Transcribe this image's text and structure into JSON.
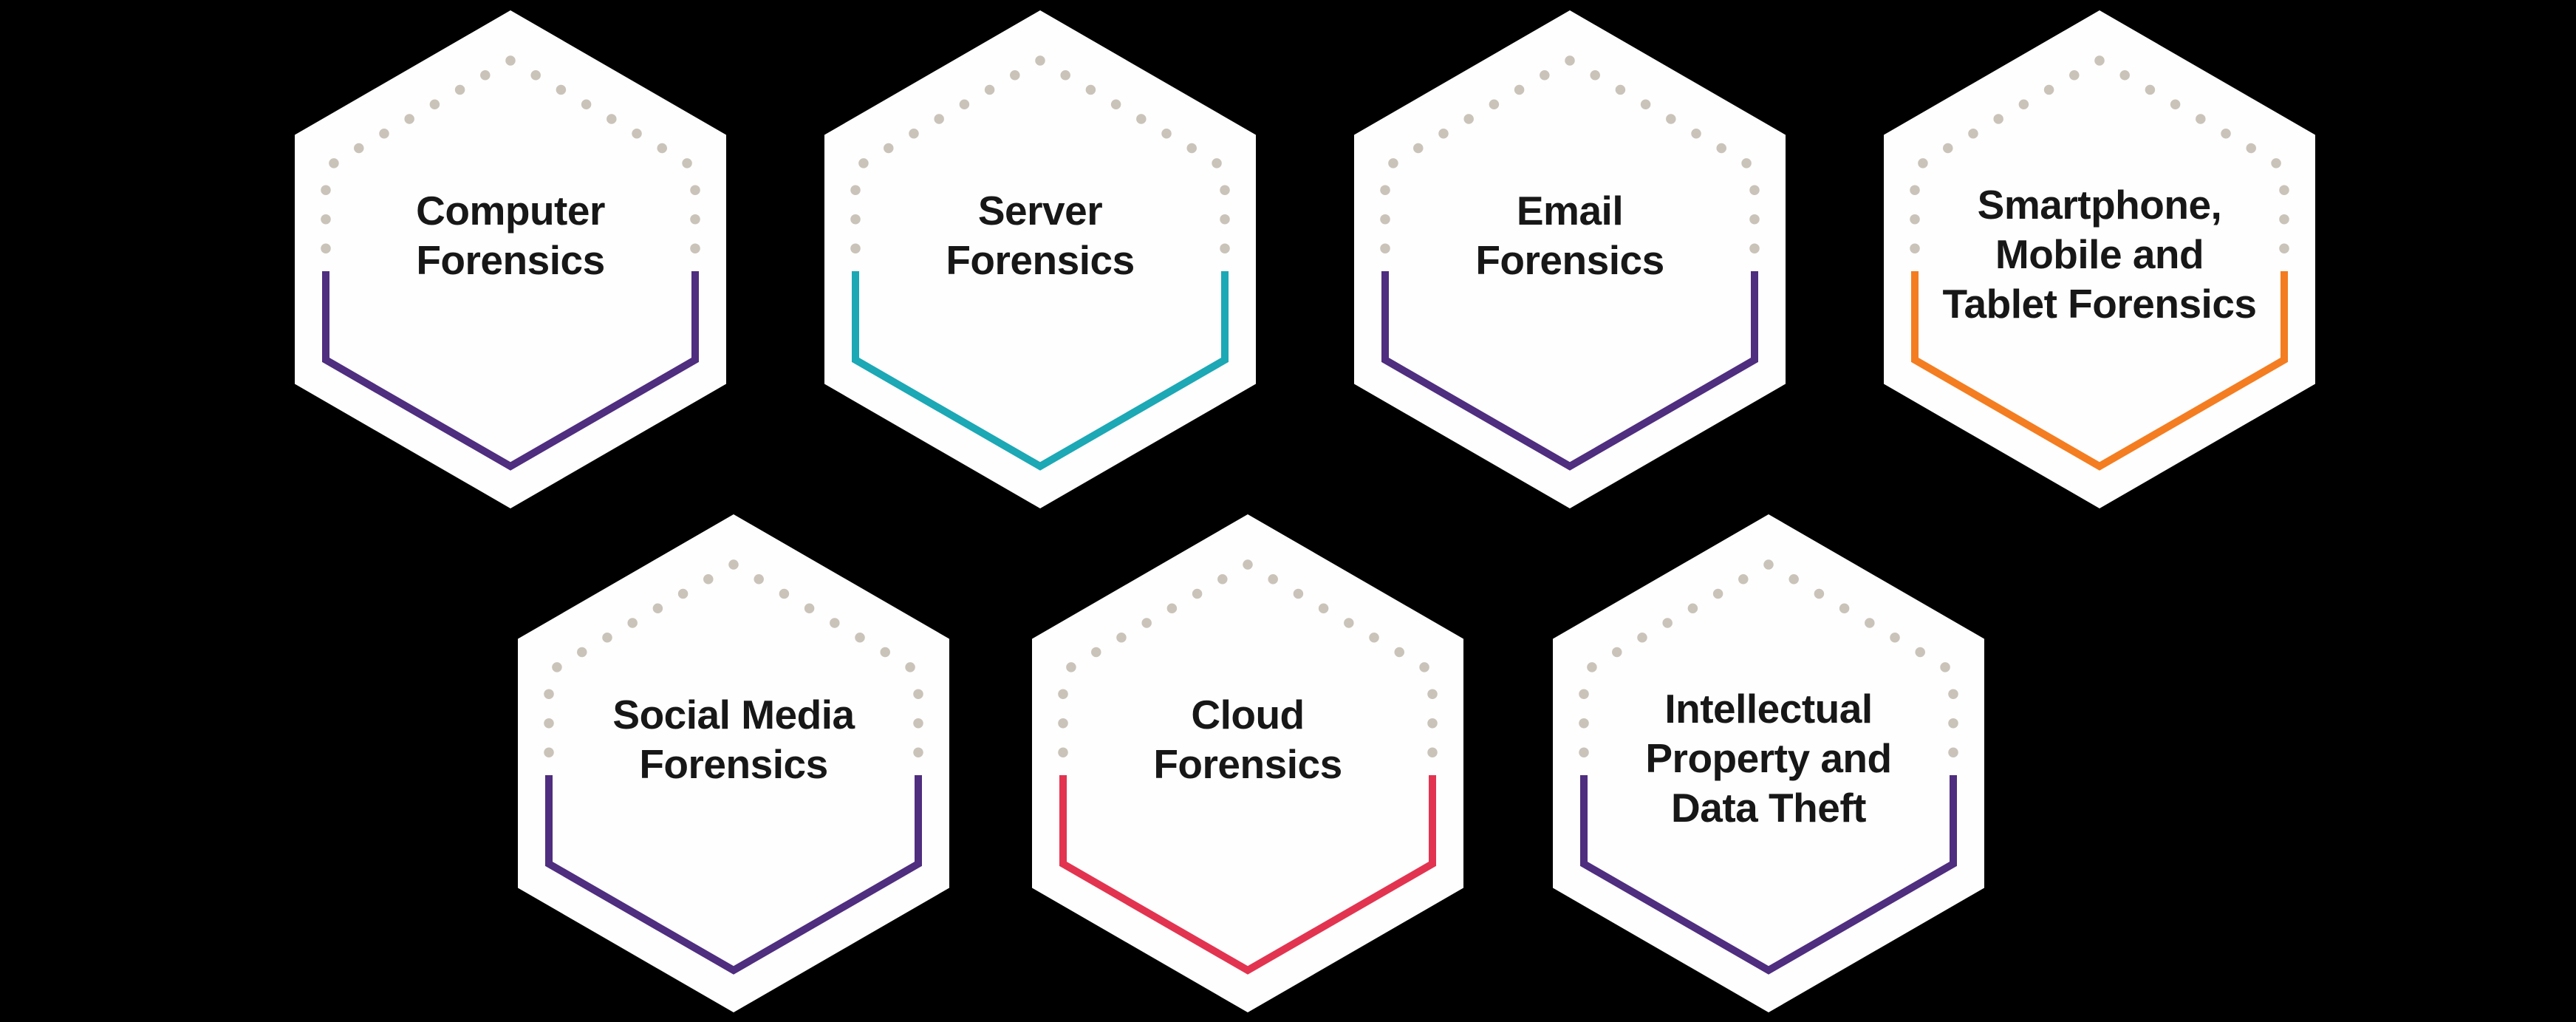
{
  "diagram": {
    "background_color": "#000000",
    "hexagon_fill": "#FEFEFE",
    "dot_color": "#CAC3B9",
    "text_color": "#171717",
    "hexagons": [
      {
        "id": "computer-forensics",
        "label": "Computer\nForensics",
        "accent": "#4F2D7F",
        "accent_name": "purple"
      },
      {
        "id": "server-forensics",
        "label": "Server\nForensics",
        "accent": "#1CA8B5",
        "accent_name": "teal"
      },
      {
        "id": "email-forensics",
        "label": "Email\nForensics",
        "accent": "#4F2D7F",
        "accent_name": "purple"
      },
      {
        "id": "smartphone-mobile-tablet-forensics",
        "label": "Smartphone,\nMobile and\nTablet Forensics",
        "accent": "#F47D21",
        "accent_name": "orange"
      },
      {
        "id": "social-media-forensics",
        "label": "Social Media\nForensics",
        "accent": "#4F2D7F",
        "accent_name": "purple"
      },
      {
        "id": "cloud-forensics",
        "label": "Cloud\nForensics",
        "accent": "#E23450",
        "accent_name": "red"
      },
      {
        "id": "intellectual-property-data-theft",
        "label": "Intellectual\nProperty and\nData Theft",
        "accent": "#4F2D7F",
        "accent_name": "purple"
      }
    ]
  }
}
